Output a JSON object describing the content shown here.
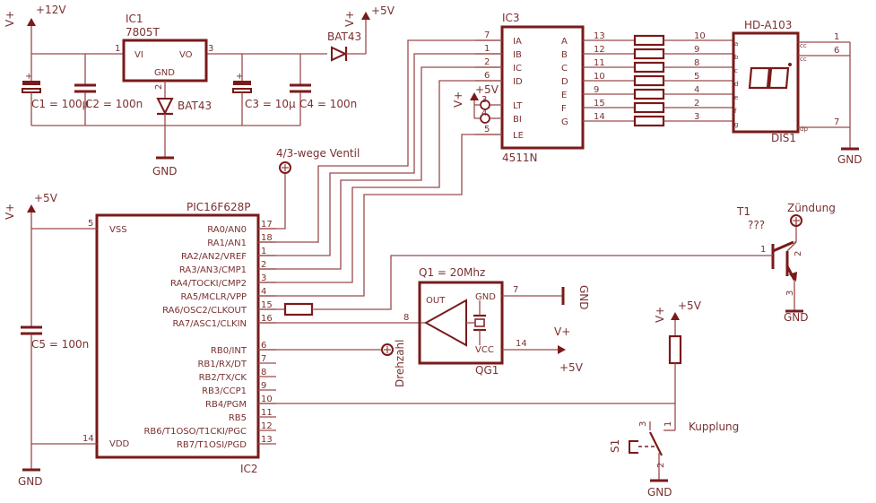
{
  "rails": {
    "vplus": "V+",
    "plus12": "+12V",
    "plus5": "+5V",
    "gnd": "GND"
  },
  "regulator": {
    "name": "IC1",
    "value": "7805T",
    "pin_vi": "VI",
    "pin_vo": "VO",
    "pin_gnd": "GND",
    "pin1": "1",
    "pin2": "2",
    "pin3": "3"
  },
  "capacitors": {
    "c1": "C1 = 100µ",
    "c2": "C2 = 100n",
    "c3": "C3 = 10µ",
    "c4": "C4 = 100n",
    "c5": "C5 = 100n"
  },
  "diodes": {
    "d1": "BAT43",
    "d2": "BAT43"
  },
  "decoder": {
    "name": "IC3",
    "part": "4511N",
    "inputs": [
      {
        "label": "IA",
        "pin": "7"
      },
      {
        "label": "IB",
        "pin": "1"
      },
      {
        "label": "IC",
        "pin": "2"
      },
      {
        "label": "ID",
        "pin": "6"
      },
      {
        "label": "LT",
        "pin": "3"
      },
      {
        "label": "BI",
        "pin": "4"
      },
      {
        "label": "LE",
        "pin": "5"
      }
    ],
    "outputs": [
      {
        "label": "A",
        "pin": "13",
        "disp_pin": "10",
        "seg": "a"
      },
      {
        "label": "B",
        "pin": "12",
        "disp_pin": "9",
        "seg": "b"
      },
      {
        "label": "C",
        "pin": "11",
        "disp_pin": "8",
        "seg": "c"
      },
      {
        "label": "D",
        "pin": "10",
        "disp_pin": "5",
        "seg": "d"
      },
      {
        "label": "E",
        "pin": "9",
        "disp_pin": "4",
        "seg": "e"
      },
      {
        "label": "F",
        "pin": "15",
        "disp_pin": "2",
        "seg": "f"
      },
      {
        "label": "G",
        "pin": "14",
        "disp_pin": "3",
        "seg": "g"
      }
    ]
  },
  "display": {
    "value": "HD-A103",
    "name": "DIS1",
    "cc": "cc",
    "dp": "dp",
    "pin1": "1",
    "pin6": "6",
    "pin7": "7"
  },
  "mcu": {
    "value": "PIC16F628P",
    "name": "IC2",
    "vss": "VSS",
    "vdd": "VDD",
    "vss_pin": "5",
    "vdd_pin": "14",
    "pins": [
      {
        "label": "RA0/AN0",
        "num": "17"
      },
      {
        "label": "RA1/AN1",
        "num": "18"
      },
      {
        "label": "RA2/AN2/VREF",
        "num": "1"
      },
      {
        "label": "RA3/AN3/CMP1",
        "num": "2"
      },
      {
        "label": "RA4/TOCKI/CMP2",
        "num": "3"
      },
      {
        "label": "RA5/MCLR/VPP",
        "num": "4"
      },
      {
        "label": "RA6/OSC2/CLKOUT",
        "num": "15"
      },
      {
        "label": "RA7/ASC1/CLKIN",
        "num": "16"
      },
      {
        "label": "RB0/INT",
        "num": "6"
      },
      {
        "label": "RB1/RX/DT",
        "num": "7"
      },
      {
        "label": "RB2/TX/CK",
        "num": "8"
      },
      {
        "label": "RB3/CCP1",
        "num": "9"
      },
      {
        "label": "RB4/PGM",
        "num": "10"
      },
      {
        "label": "RB5",
        "num": "11"
      },
      {
        "label": "RB6/T1OSO/T1CKI/PGC",
        "num": "12"
      },
      {
        "label": "RB7/T1OSI/PGD",
        "num": "13"
      }
    ]
  },
  "oscillator": {
    "value": "Q1 = 20Mhz",
    "name": "QG1",
    "out": "OUT",
    "gnd": "GND",
    "vcc": "VCC",
    "pin8": "8",
    "pin7": "7",
    "pin14": "14"
  },
  "transistor": {
    "name": "T1",
    "value": "???",
    "pin1": "1",
    "pin2": "2",
    "pin3": "3"
  },
  "switch": {
    "name": "S1",
    "pin1": "1",
    "pin2": "2",
    "pin3": "3"
  },
  "nets": {
    "ventil": "4/3-wege Ventil",
    "zuendung": "Zündung",
    "drehzahl": "Drehzahl",
    "kupplung": "Kupplung"
  }
}
